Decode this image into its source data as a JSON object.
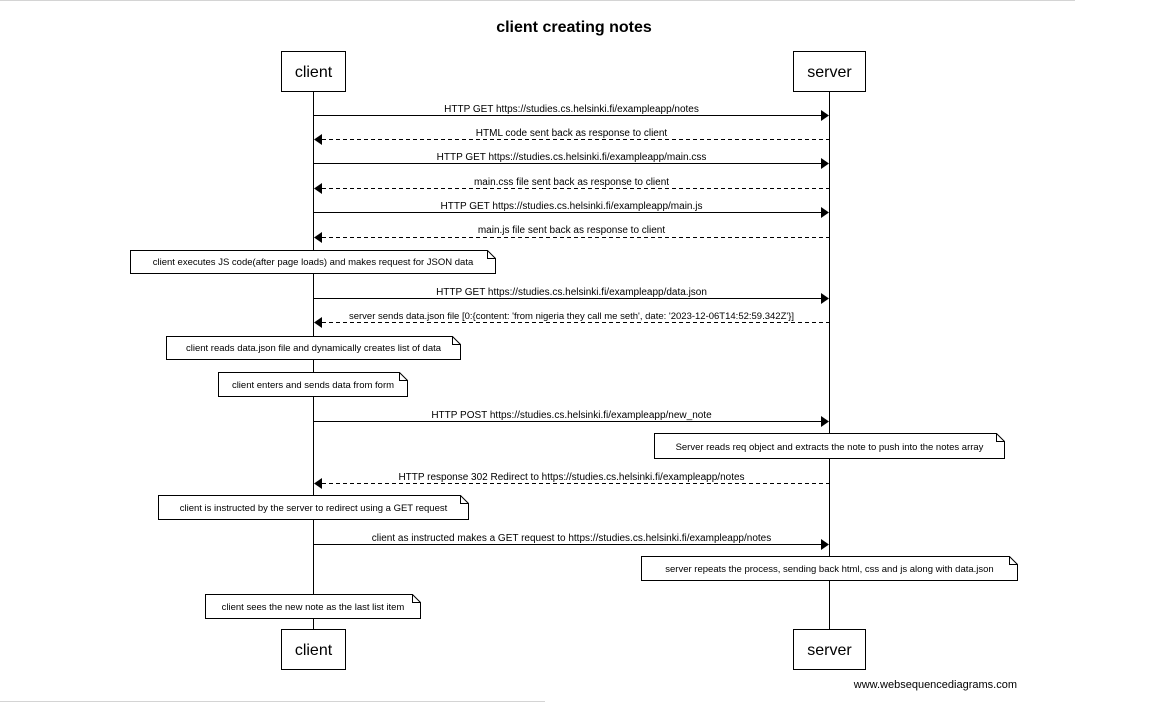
{
  "diagram": {
    "title": "client creating notes",
    "watermark": "www.websequencediagrams.com",
    "participants": [
      {
        "id": "client",
        "label": "client"
      },
      {
        "id": "server",
        "label": "server"
      }
    ],
    "steps": [
      {
        "kind": "message",
        "from": "client",
        "to": "server",
        "style": "solid",
        "text": "HTTP GET https://studies.cs.helsinki.fi/exampleapp/notes"
      },
      {
        "kind": "message",
        "from": "server",
        "to": "client",
        "style": "dashed",
        "text": "HTML code sent back as response to client"
      },
      {
        "kind": "message",
        "from": "client",
        "to": "server",
        "style": "solid",
        "text": "HTTP GET https://studies.cs.helsinki.fi/exampleapp/main.css"
      },
      {
        "kind": "message",
        "from": "server",
        "to": "client",
        "style": "dashed",
        "text": "main.css file sent back as response to client"
      },
      {
        "kind": "message",
        "from": "client",
        "to": "server",
        "style": "solid",
        "text": "HTTP GET https://studies.cs.helsinki.fi/exampleapp/main.js"
      },
      {
        "kind": "message",
        "from": "server",
        "to": "client",
        "style": "dashed",
        "text": "main.js file sent back as response to client"
      },
      {
        "kind": "note",
        "over": "client",
        "text": "client executes JS code(after page loads) and makes request for JSON data"
      },
      {
        "kind": "message",
        "from": "client",
        "to": "server",
        "style": "solid",
        "text": "HTTP GET https://studies.cs.helsinki.fi/exampleapp/data.json"
      },
      {
        "kind": "message",
        "from": "server",
        "to": "client",
        "style": "dashed",
        "text": "server sends data.json file [0:{content: 'from nigeria they call me seth', date: '2023-12-06T14:52:59.342Z'}]"
      },
      {
        "kind": "note",
        "over": "client",
        "text": "client reads data.json file and dynamically creates list of data"
      },
      {
        "kind": "note",
        "over": "client",
        "text": "client enters and sends data from form"
      },
      {
        "kind": "message",
        "from": "client",
        "to": "server",
        "style": "solid",
        "text": "HTTP POST https://studies.cs.helsinki.fi/exampleapp/new_note"
      },
      {
        "kind": "note",
        "over": "server",
        "text": "Server reads req object and extracts the note to push into the notes array"
      },
      {
        "kind": "message",
        "from": "server",
        "to": "client",
        "style": "dashed",
        "text": "HTTP response 302 Redirect to https://studies.cs.helsinki.fi/exampleapp/notes"
      },
      {
        "kind": "note",
        "over": "client",
        "text": "client is instructed by the server to redirect using a GET request"
      },
      {
        "kind": "message",
        "from": "client",
        "to": "server",
        "style": "solid",
        "text": "client as instructed makes a GET request to https://studies.cs.helsinki.fi/exampleapp/notes"
      },
      {
        "kind": "note",
        "over": "server",
        "text": "server repeats the process, sending back html, css and js along with data.json"
      },
      {
        "kind": "note",
        "over": "client",
        "text": "client sees the new note as the last list item"
      }
    ]
  }
}
